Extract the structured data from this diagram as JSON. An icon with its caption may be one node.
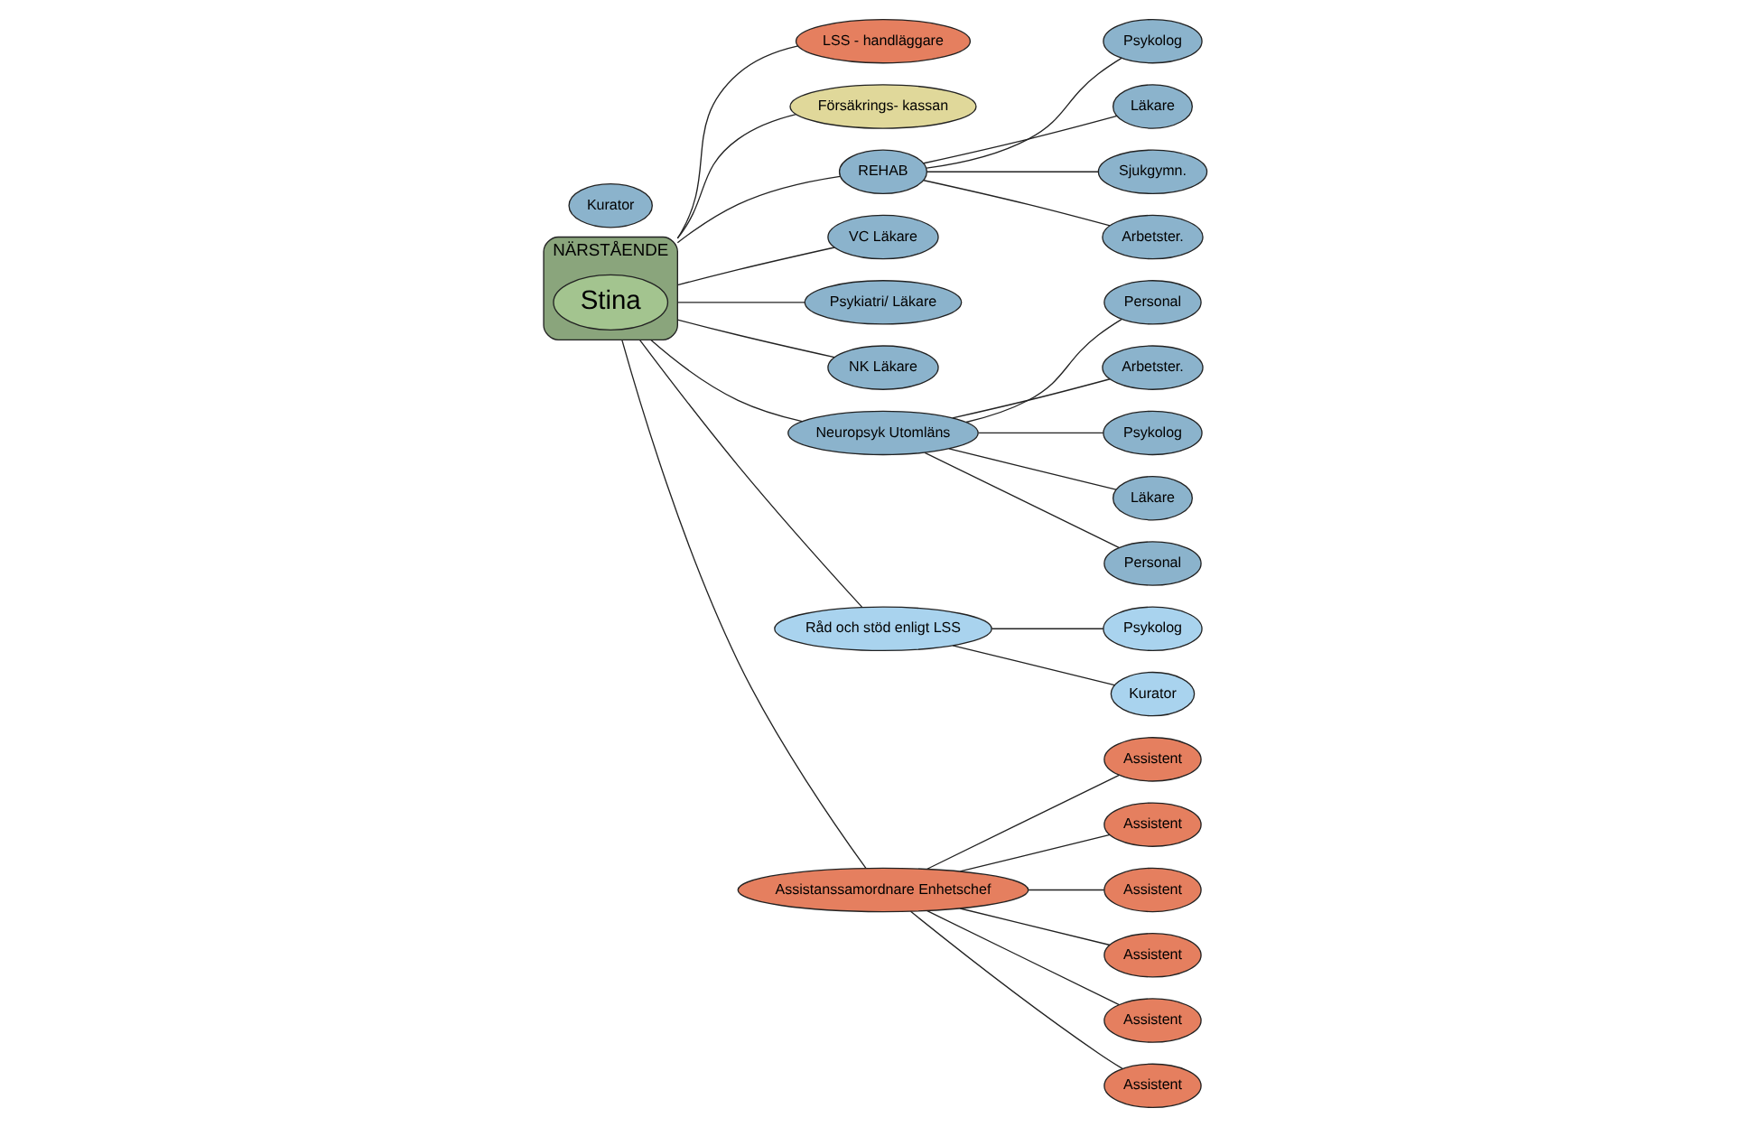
{
  "diagram": {
    "nodes": [
      {
        "text": [
          "NÄRSTÅENDE"
        ]
      },
      {
        "text": [
          "Stina"
        ],
        "in": 0
      },
      {
        "text": [
          "LSS - handläggare"
        ]
      },
      {
        "text": [
          "Försäkrings- kassan"
        ]
      },
      {
        "text": [
          "REHAB"
        ]
      },
      {
        "text": [
          "Psykolog"
        ]
      },
      {
        "text": [
          "Läkare"
        ]
      },
      {
        "text": [
          "Sjukgymn."
        ]
      },
      {
        "text": [
          "Arbetster."
        ]
      },
      {
        "text": [
          "Kurator"
        ]
      },
      {
        "text": [
          "VC Läkare"
        ]
      },
      {
        "text": [
          "Psykiatri/ Läkare"
        ]
      },
      {
        "text": [
          "NK Läkare"
        ]
      },
      {
        "text": [
          "Neuropsyk Utomläns"
        ]
      },
      {
        "text": [
          "Personal"
        ]
      },
      {
        "text": [
          "Arbetster."
        ]
      },
      {
        "text": [
          "Psykolog"
        ]
      },
      {
        "text": [
          "Läkare"
        ]
      },
      {
        "text": [
          "Personal"
        ]
      },
      {
        "text": [
          "Råd och stöd enligt LSS"
        ]
      },
      {
        "text": [
          "Psykolog"
        ]
      },
      {
        "text": [
          "Kurator"
        ]
      },
      {
        "text": [
          "Assistanssamordnare Enhetschef"
        ]
      },
      {
        "text": [
          "Assistent"
        ]
      },
      {
        "text": [
          "Assistent"
        ]
      },
      {
        "text": [
          "Assistent"
        ]
      },
      {
        "text": [
          "Assistent"
        ]
      },
      {
        "text": [
          "Assistent"
        ]
      },
      {
        "text": [
          "Assistent"
        ]
      }
    ],
    "edges": [
      {
        "from": 0,
        "to": 2,
        "arrow": "none"
      },
      {
        "from": 0,
        "to": 3,
        "arrow": "none"
      },
      {
        "from": 0,
        "to": 4,
        "arrow": "none"
      },
      {
        "from": 4,
        "to": 5,
        "arrow": "none"
      },
      {
        "from": 4,
        "to": 6,
        "arrow": "none"
      },
      {
        "from": 4,
        "to": 7,
        "arrow": "none"
      },
      {
        "from": 4,
        "to": 8,
        "arrow": "none"
      },
      {
        "from": 0,
        "to": 10,
        "arrow": "none"
      },
      {
        "from": 0,
        "to": 11,
        "arrow": "none"
      },
      {
        "from": 0,
        "to": 12,
        "arrow": "none"
      },
      {
        "from": 0,
        "to": 13,
        "arrow": "none"
      },
      {
        "from": 13,
        "to": 14,
        "arrow": "none"
      },
      {
        "from": 13,
        "to": 15,
        "arrow": "none"
      },
      {
        "from": 13,
        "to": 16,
        "arrow": "none"
      },
      {
        "from": 13,
        "to": 17,
        "arrow": "none"
      },
      {
        "from": 13,
        "to": 18,
        "arrow": "none"
      },
      {
        "from": 0,
        "to": 19,
        "arrow": "none"
      },
      {
        "from": 19,
        "to": 20,
        "arrow": "none"
      },
      {
        "from": 19,
        "to": 21,
        "arrow": "none"
      },
      {
        "from": 0,
        "to": 22,
        "arrow": "none"
      },
      {
        "from": 22,
        "to": 23,
        "arrow": "none"
      },
      {
        "from": 22,
        "to": 24,
        "arrow": "none"
      },
      {
        "from": 22,
        "to": 25,
        "arrow": "none"
      },
      {
        "from": 22,
        "to": 26,
        "arrow": "none"
      },
      {
        "from": 22,
        "to": 27,
        "arrow": "none"
      },
      {
        "from": 22,
        "to": 28,
        "arrow": "none"
      }
    ]
  }
}
